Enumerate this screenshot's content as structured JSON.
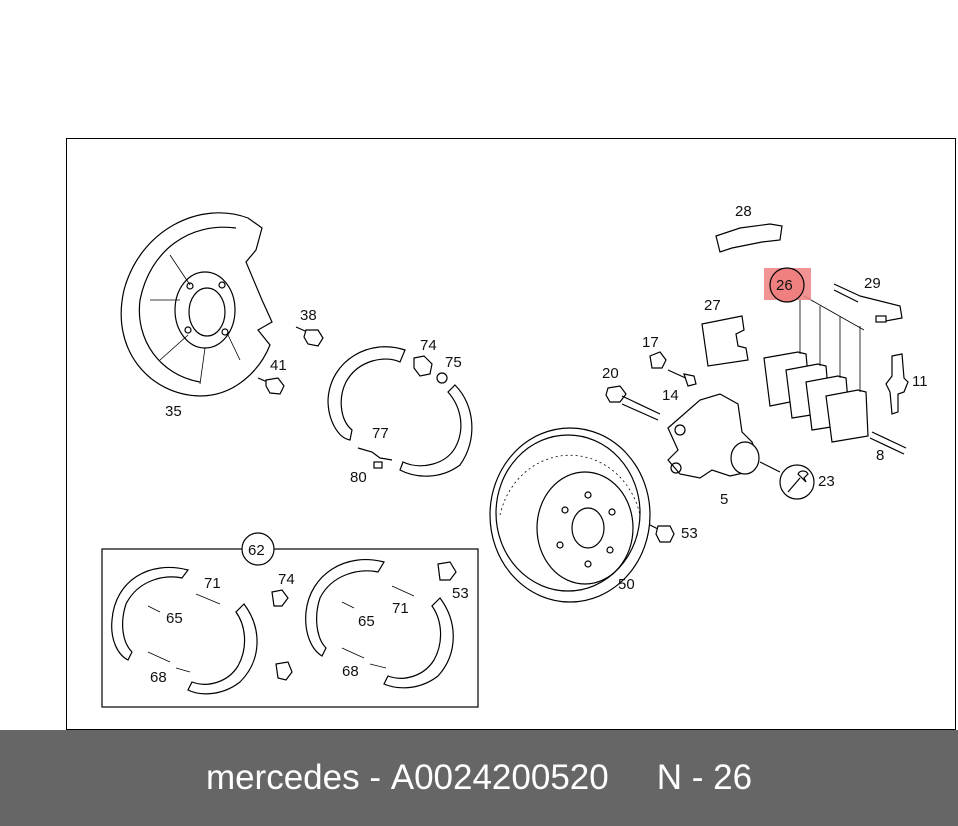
{
  "caption": {
    "brand": "mercedes",
    "separator": " - ",
    "part_number": "A0024200520",
    "ref_prefix": "N",
    "ref_separator": " - ",
    "ref_number": "26"
  },
  "highlight_color": "#f08080",
  "callouts": {
    "c28": "28",
    "c26": "26",
    "c29": "29",
    "c27": "27",
    "c17": "17",
    "c20": "20",
    "c14": "14",
    "c11": "11",
    "c8": "8",
    "c23": "23",
    "c5": "5",
    "c53a": "53",
    "c50": "50",
    "c35": "35",
    "c38": "38",
    "c41": "41",
    "c74a": "74",
    "c75": "75",
    "c77": "77",
    "c80": "80",
    "c62": "62",
    "c71a": "71",
    "c65a": "65",
    "c68a": "68",
    "c74b": "74",
    "c53b": "53",
    "c65b": "65",
    "c71b": "71",
    "c68b": "68"
  }
}
